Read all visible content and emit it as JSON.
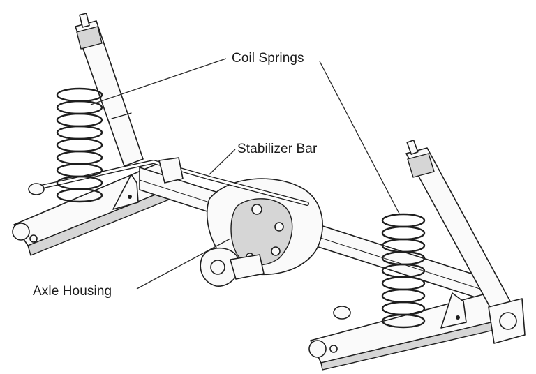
{
  "labels": {
    "coil_springs": "Coil Springs",
    "stabilizer_bar": "Stabilizer Bar",
    "axle_housing": "Axle Housing"
  },
  "colors": {
    "ink": "#1e1e1e",
    "background": "#ffffff",
    "shading": "#d6d6d6"
  }
}
